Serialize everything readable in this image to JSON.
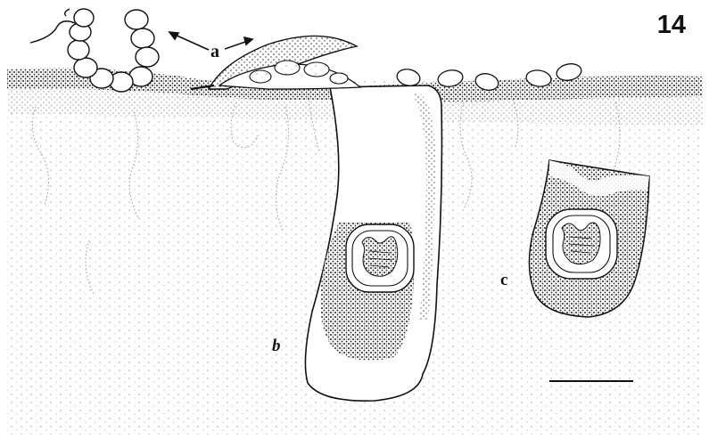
{
  "figure": {
    "number": "14",
    "labels": {
      "a": "a",
      "b": "b",
      "c": "c"
    }
  }
}
